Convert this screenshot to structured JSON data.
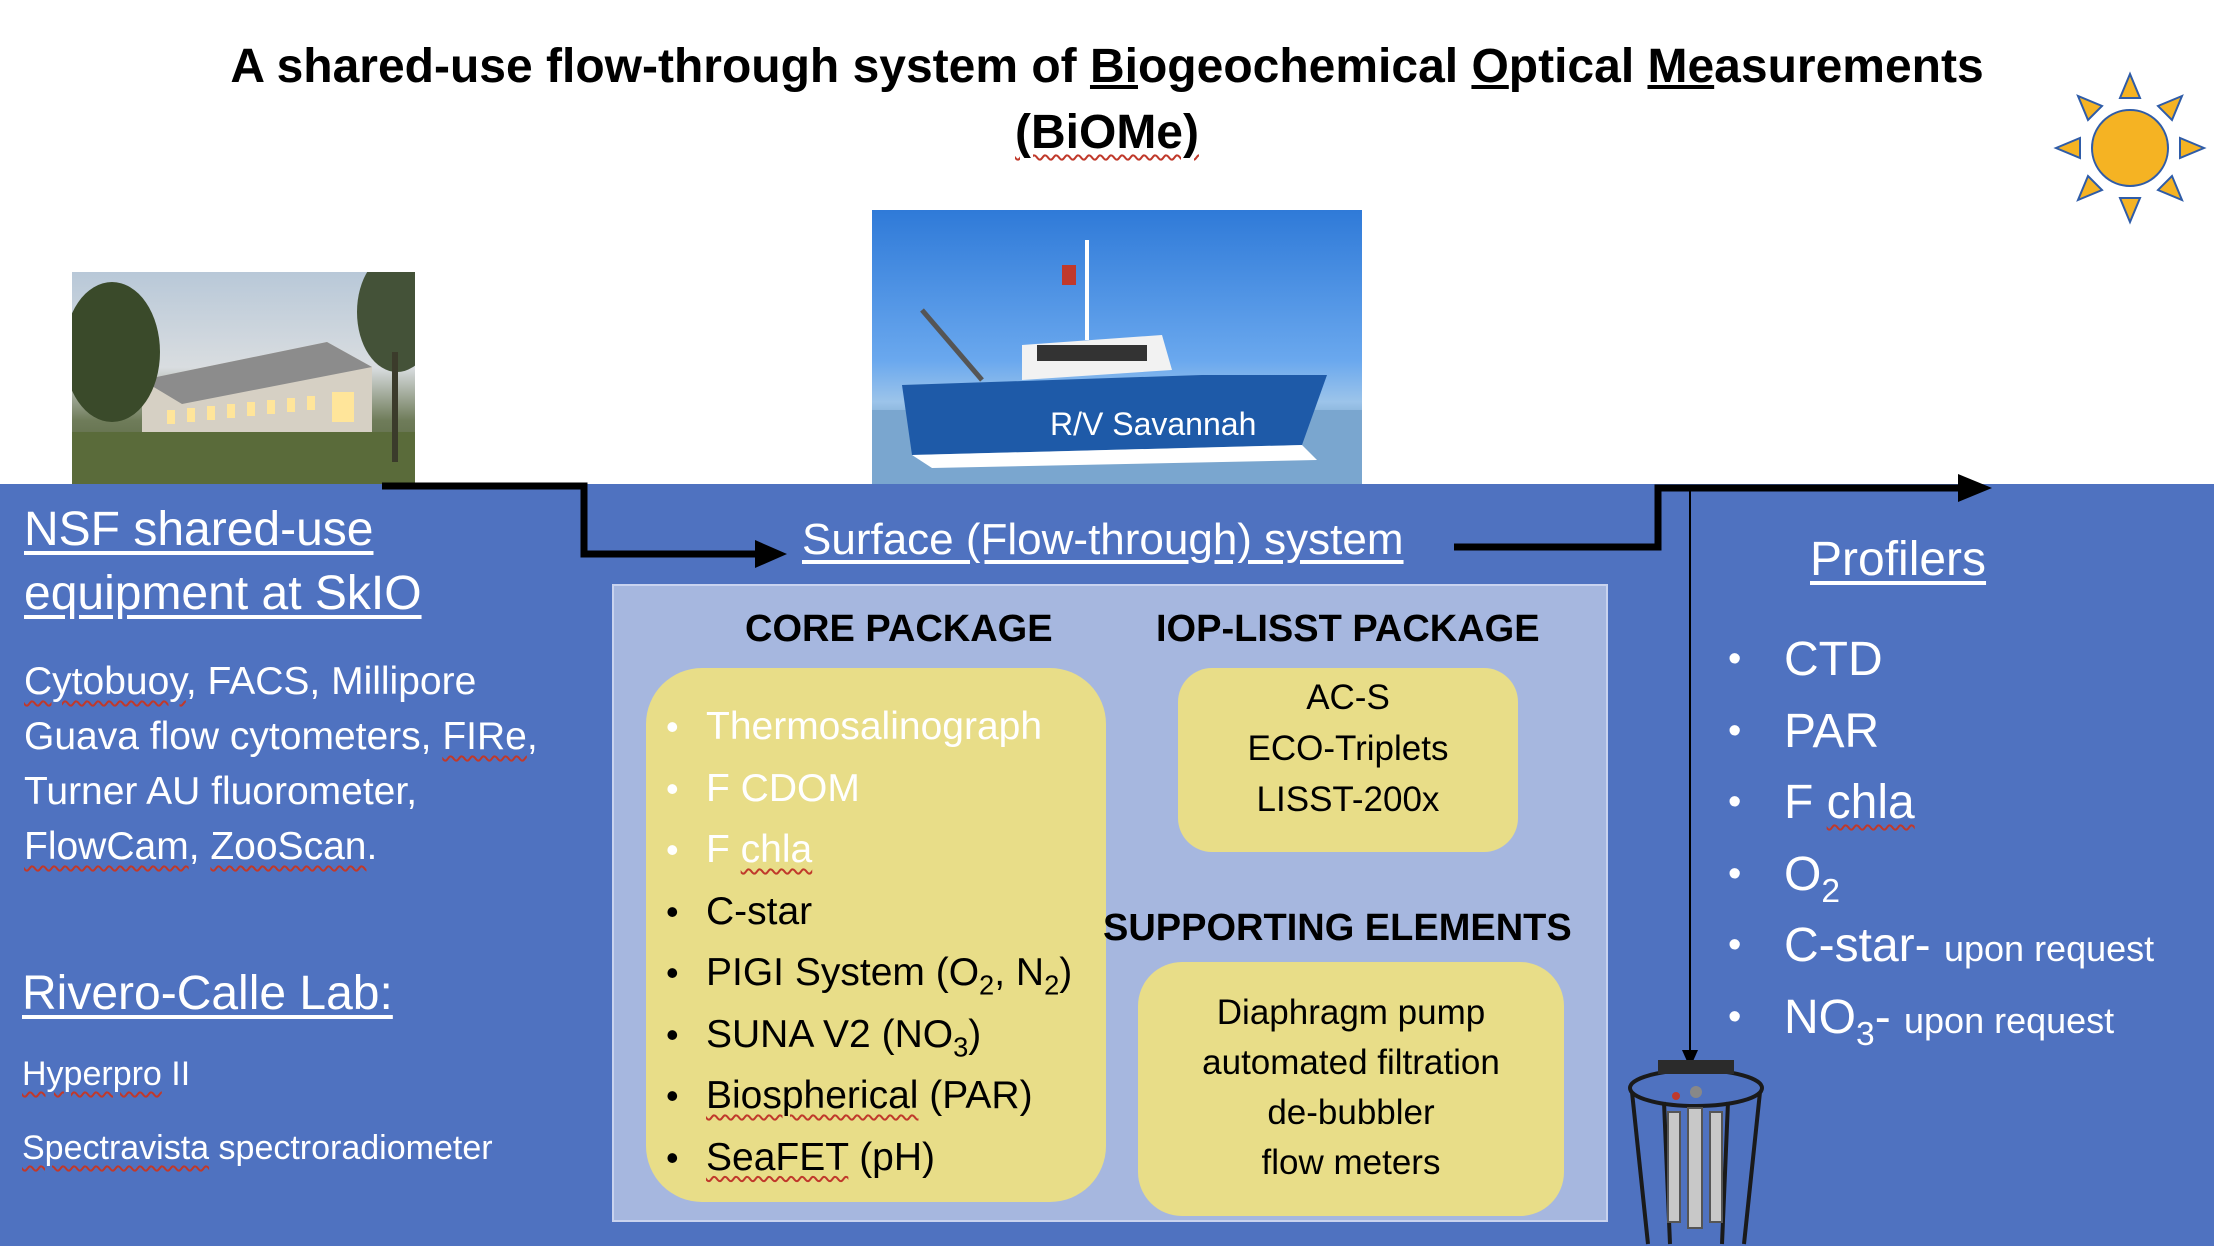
{
  "title": {
    "line1_a": "A shared-use flow-through system of ",
    "line1_b1": "Bi",
    "line1_c": "ogeochemical ",
    "line1_d1": "O",
    "line1_e": "ptical ",
    "line1_f1": "Me",
    "line1_g": "asurements",
    "line2": "(BiOMe)"
  },
  "ship_label": "R/V Savannah",
  "left_panel": {
    "nsf_heading_line1": "NSF shared-use",
    "nsf_heading_line2": "equipment at SkIO",
    "nsf_t1": "Cytobuoy",
    "nsf_t2": ", FACS, Millipore",
    "nsf_t3": "Guava flow cytometers, ",
    "nsf_t4": "FIRe",
    "nsf_t5": ",",
    "nsf_t6": "Turner AU fluorometer,",
    "nsf_t7": "FlowCam",
    "nsf_t8": ", ",
    "nsf_t9": "ZooScan",
    "nsf_t10": ".",
    "lab_heading": "Rivero-Calle Lab:",
    "lab_i1a": "Hyperpro",
    "lab_i1b": " II",
    "lab_i2a": "Spectravista",
    "lab_i2b": " spectroradiometer"
  },
  "center": {
    "system_title": "Surface (Flow-through) system",
    "core_header": "CORE PACKAGE",
    "core_items": {
      "i1": "Thermosalinograph",
      "i2": "F CDOM",
      "i3a": "F ",
      "i3b": "chla",
      "i4": "C-star",
      "i5a": "PIGI System (O",
      "i5b": "2",
      "i5c": ", N",
      "i5d": "2",
      "i5e": ")",
      "i6a": "SUNA V2 (NO",
      "i6b": "3",
      "i6c": ")",
      "i7a": "Biospherical",
      "i7b": " (PAR)",
      "i8a": "SeaFET",
      "i8b": " (pH)"
    },
    "iop_header": "IOP-LISST PACKAGE",
    "iop_items": [
      "AC-S",
      "ECO-Triplets",
      "LISST-200x"
    ],
    "support_header": "SUPPORTING ELEMENTS",
    "support_items": [
      "Diaphragm pump",
      "automated filtration",
      "de-bubbler",
      "flow meters"
    ]
  },
  "profilers": {
    "heading": "Profilers",
    "p1": "CTD",
    "p2": "PAR",
    "p3a": "F ",
    "p3b": "chla",
    "p4a": "O",
    "p4b": "2",
    "p5a": "C-star- ",
    "p5b": "upon request",
    "p6a": "NO",
    "p6b": "3",
    "p6c": "- ",
    "p6d": "upon request"
  },
  "colors": {
    "ocean": "#4f72c0",
    "package_box": "#a6b7df",
    "yellow_box": "#e8dd88",
    "sun": "#f5b323"
  }
}
